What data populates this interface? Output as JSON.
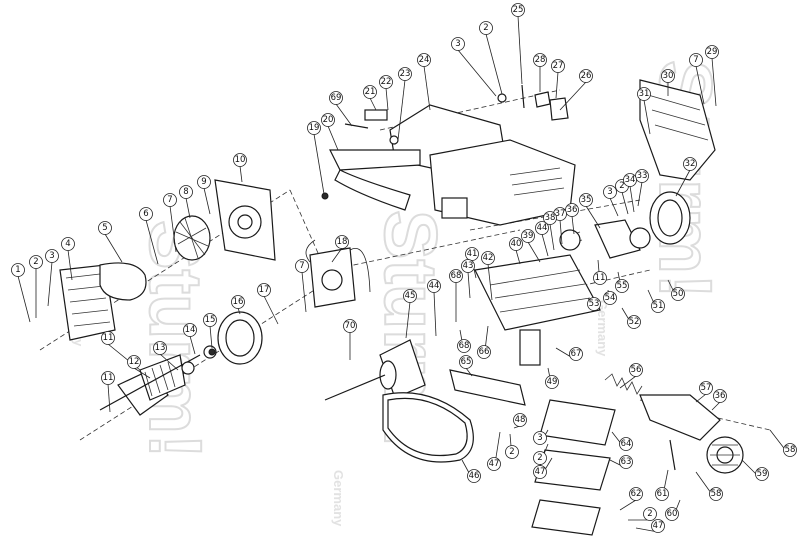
{
  "watermark": {
    "brand": "Sturm!",
    "sub": "Germany"
  },
  "parts": [
    {
      "label": "1"
    },
    {
      "label": "2"
    },
    {
      "label": "3"
    },
    {
      "label": "4"
    },
    {
      "label": "5"
    },
    {
      "label": "6"
    },
    {
      "label": "7"
    },
    {
      "label": "8"
    },
    {
      "label": "9"
    },
    {
      "label": "10"
    },
    {
      "label": "11"
    },
    {
      "label": "12"
    },
    {
      "label": "13"
    },
    {
      "label": "14"
    },
    {
      "label": "15"
    },
    {
      "label": "16"
    },
    {
      "label": "17"
    },
    {
      "label": "18"
    },
    {
      "label": "7"
    },
    {
      "label": "11"
    },
    {
      "label": "19"
    },
    {
      "label": "20"
    },
    {
      "label": "69"
    },
    {
      "label": "21"
    },
    {
      "label": "22"
    },
    {
      "label": "23"
    },
    {
      "label": "24"
    },
    {
      "label": "3"
    },
    {
      "label": "2"
    },
    {
      "label": "25"
    },
    {
      "label": "28"
    },
    {
      "label": "27"
    },
    {
      "label": "26"
    },
    {
      "label": "30"
    },
    {
      "label": "7"
    },
    {
      "label": "29"
    },
    {
      "label": "31"
    },
    {
      "label": "32"
    },
    {
      "label": "3"
    },
    {
      "label": "2"
    },
    {
      "label": "33"
    },
    {
      "label": "34"
    },
    {
      "label": "35"
    },
    {
      "label": "36"
    },
    {
      "label": "37"
    },
    {
      "label": "38"
    },
    {
      "label": "39"
    },
    {
      "label": "40"
    },
    {
      "label": "44"
    },
    {
      "label": "41"
    },
    {
      "label": "42"
    },
    {
      "label": "43"
    },
    {
      "label": "68"
    },
    {
      "label": "44"
    },
    {
      "label": "45"
    },
    {
      "label": "68"
    },
    {
      "label": "66"
    },
    {
      "label": "70"
    },
    {
      "label": "65"
    },
    {
      "label": "67"
    },
    {
      "label": "11"
    },
    {
      "label": "55"
    },
    {
      "label": "54"
    },
    {
      "label": "53"
    },
    {
      "label": "52"
    },
    {
      "label": "51"
    },
    {
      "label": "50"
    },
    {
      "label": "49"
    },
    {
      "label": "56"
    },
    {
      "label": "57"
    },
    {
      "label": "36"
    },
    {
      "label": "58"
    },
    {
      "label": "59"
    },
    {
      "label": "58"
    },
    {
      "label": "61"
    },
    {
      "label": "60"
    },
    {
      "label": "62"
    },
    {
      "label": "2"
    },
    {
      "label": "47"
    },
    {
      "label": "63"
    },
    {
      "label": "64"
    },
    {
      "label": "3"
    },
    {
      "label": "2"
    },
    {
      "label": "47"
    },
    {
      "label": "48"
    },
    {
      "label": "2"
    },
    {
      "label": "47"
    },
    {
      "label": "46"
    }
  ]
}
